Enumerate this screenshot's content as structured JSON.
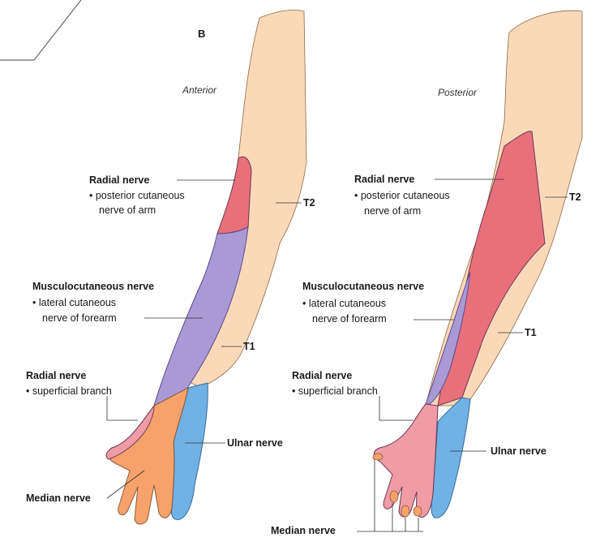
{
  "figure_letter": "B",
  "anterior": {
    "view": "Anterior",
    "radial_nerve_upper": "Radial nerve",
    "radial_nerve_upper_sub1": "posterior cutaneous",
    "radial_nerve_upper_sub2": "nerve of arm",
    "t2": "T2",
    "musculocutaneous": "Musculocutaneous nerve",
    "musculocutaneous_sub1": "lateral cutaneous",
    "musculocutaneous_sub2": "nerve of forearm",
    "t1": "T1",
    "radial_nerve_lower": "Radial nerve",
    "radial_nerve_lower_sub": "superficial branch",
    "ulnar": "Ulnar nerve",
    "median": "Median nerve"
  },
  "posterior": {
    "view": "Posterior",
    "radial_nerve_upper": "Radial nerve",
    "radial_nerve_upper_sub1": "posterior cutaneous",
    "radial_nerve_upper_sub2": "nerve of arm",
    "t2": "T2",
    "musculocutaneous": "Musculocutaneous nerve",
    "musculocutaneous_sub1": "lateral cutaneous",
    "musculocutaneous_sub2": "nerve of forearm",
    "t1": "T1",
    "radial_nerve_lower": "Radial nerve",
    "radial_nerve_lower_sub": "superficial branch",
    "ulnar": "Ulnar nerve",
    "median": "Median nerve"
  },
  "colors": {
    "skin": "#fbd9b8",
    "radial": "#e8707a",
    "musculocutaneous": "#a99ad6",
    "median": "#f7a26a",
    "ulnar": "#6fb2e3",
    "outline": "#7a5a3a",
    "line": "#333333"
  }
}
